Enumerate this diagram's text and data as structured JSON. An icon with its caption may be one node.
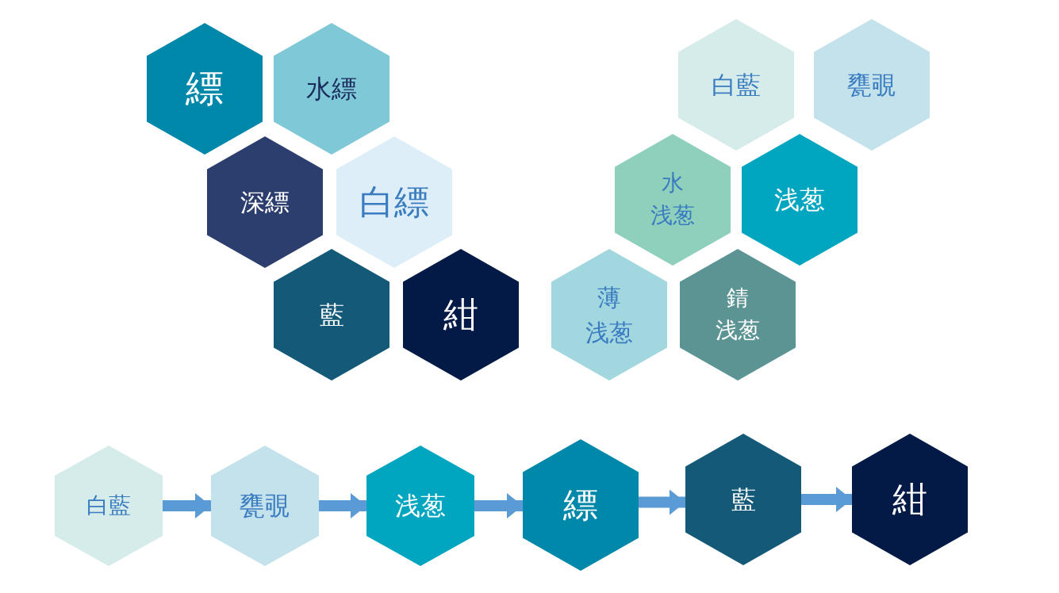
{
  "diagram": {
    "nodes": [
      {
        "text": [
          "縹"
        ]
      },
      {
        "text": [
          "水縹"
        ]
      },
      {
        "text": [
          "深縹"
        ]
      },
      {
        "text": [
          "白縹"
        ]
      },
      {
        "text": [
          "藍"
        ]
      },
      {
        "text": [
          "紺"
        ]
      },
      {
        "text": [
          "白藍"
        ]
      },
      {
        "text": [
          "甕覗"
        ]
      },
      {
        "text": [
          "水浅葱"
        ]
      },
      {
        "text": [
          "浅葱"
        ]
      },
      {
        "text": [
          "薄浅葱"
        ]
      },
      {
        "text": [
          "錆浅葱"
        ]
      },
      {
        "text": [
          "白藍"
        ]
      },
      {
        "text": [
          "甕覗"
        ]
      },
      {
        "text": [
          "浅葱"
        ]
      },
      {
        "text": [
          "縹"
        ]
      },
      {
        "text": [
          "藍"
        ]
      },
      {
        "text": [
          "紺"
        ]
      }
    ],
    "edges": [
      {
        "from": 12,
        "to": 13,
        "arrow": "to"
      },
      {
        "from": 13,
        "to": 14,
        "arrow": "to"
      },
      {
        "from": 14,
        "to": 15,
        "arrow": "to"
      },
      {
        "from": 15,
        "to": 16,
        "arrow": "to"
      },
      {
        "from": 16,
        "to": 17,
        "arrow": "to"
      }
    ]
  }
}
